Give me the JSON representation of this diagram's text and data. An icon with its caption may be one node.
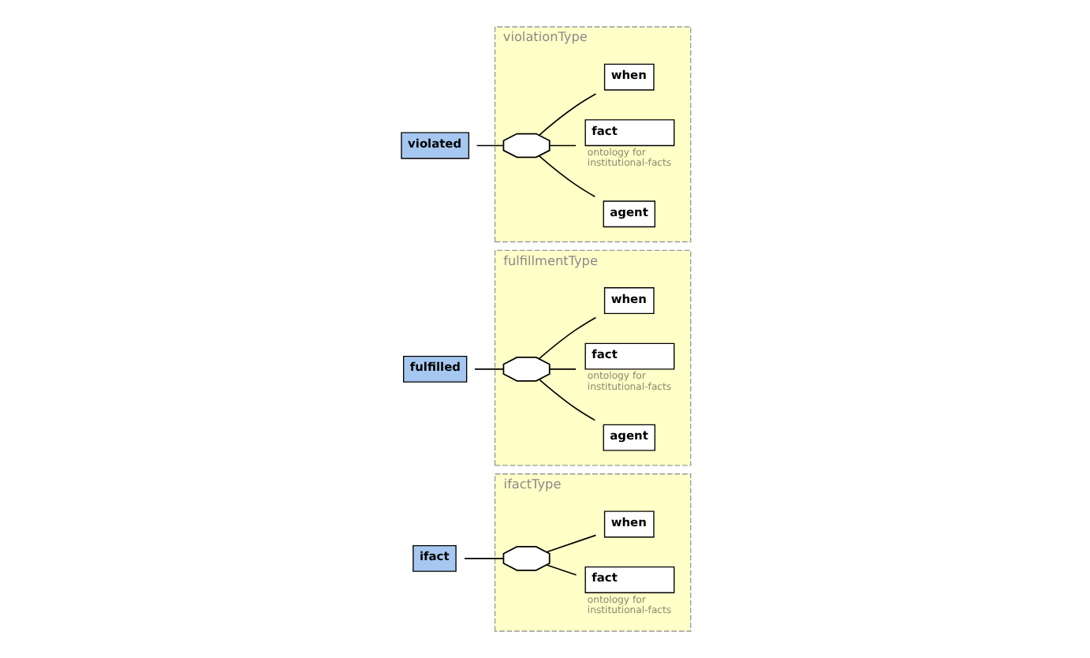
{
  "diagram": {
    "nodes": [
      {
        "text": [
          "ifact"
        ]
      },
      {
        "text": [
          "ifactType"
        ]
      },
      {
        "text": [],
        "shape": "octagon",
        "in": 1
      },
      {
        "text": [
          "fact"
        ],
        "beside": [
          "ontology for institutional-facts"
        ],
        "in": 1
      },
      {
        "text": [
          "when"
        ],
        "in": 1
      },
      {
        "text": [
          "fulfilled"
        ]
      },
      {
        "text": [
          "fulfillmentType"
        ]
      },
      {
        "text": [],
        "shape": "octagon",
        "in": 6
      },
      {
        "text": [
          "agent"
        ],
        "in": 6
      },
      {
        "text": [
          "fact"
        ],
        "beside": [
          "ontology for institutional-facts"
        ],
        "in": 6
      },
      {
        "text": [
          "when"
        ],
        "in": 6
      },
      {
        "text": [
          "violated"
        ]
      },
      {
        "text": [
          "violationType"
        ]
      },
      {
        "text": [],
        "shape": "octagon",
        "in": 12
      },
      {
        "text": [
          "agent"
        ],
        "in": 12
      },
      {
        "text": [
          "fact"
        ],
        "beside": [
          "ontology for institutional-facts"
        ],
        "in": 12
      },
      {
        "text": [
          "when"
        ],
        "in": 12
      }
    ],
    "edges": [
      {
        "from": 0,
        "to": 2,
        "arrow": "none"
      },
      {
        "from": 2,
        "to": 3,
        "arrow": "none"
      },
      {
        "from": 2,
        "to": 4,
        "arrow": "none"
      },
      {
        "from": 5,
        "to": 7,
        "arrow": "none"
      },
      {
        "from": 7,
        "to": 8,
        "arrow": "none"
      },
      {
        "from": 7,
        "to": 9,
        "arrow": "none"
      },
      {
        "from": 7,
        "to": 10,
        "arrow": "none"
      },
      {
        "from": 11,
        "to": 13,
        "arrow": "none"
      },
      {
        "from": 13,
        "to": 14,
        "arrow": "none"
      },
      {
        "from": 13,
        "to": 15,
        "arrow": "none"
      },
      {
        "from": 13,
        "to": 16,
        "arrow": "none"
      }
    ]
  }
}
